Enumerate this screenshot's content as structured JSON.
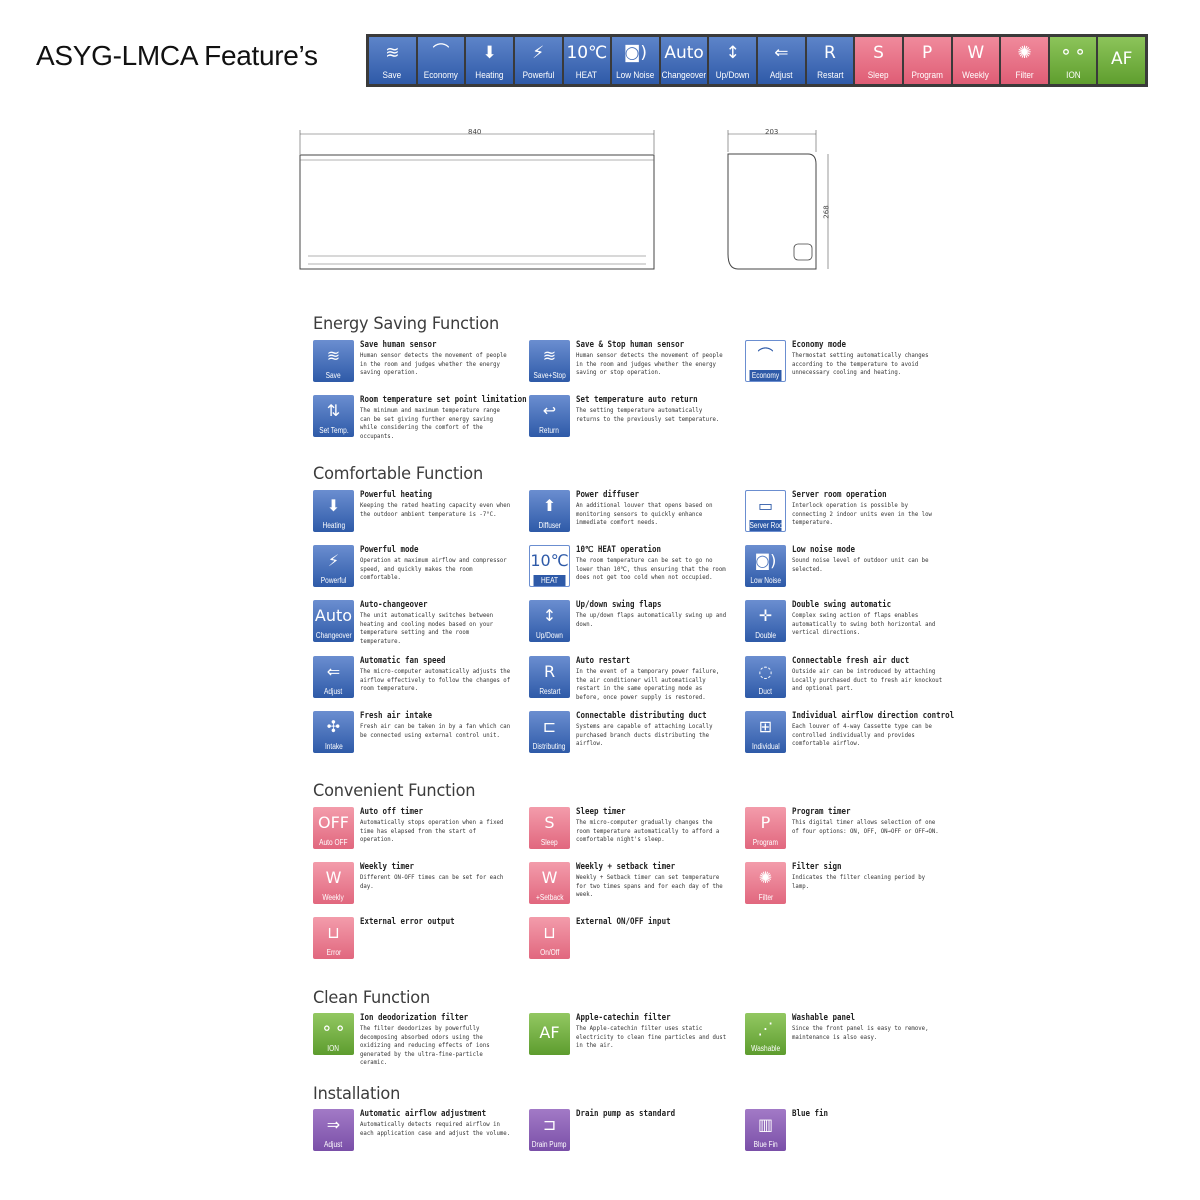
{
  "header": {
    "title": "ASYG-LMCA Feature’s"
  },
  "strip": [
    {
      "label": "Save",
      "glyph": "≋",
      "color": "blue",
      "icon": "sensor-waves-icon"
    },
    {
      "label": "Economy",
      "glyph": "⌒",
      "color": "blue",
      "icon": "economy-curve-icon"
    },
    {
      "label": "Heating",
      "glyph": "⬇",
      "color": "blue",
      "icon": "heating-arrow-icon"
    },
    {
      "label": "Powerful",
      "glyph": "⚡",
      "color": "blue",
      "icon": "powerful-bolt-icon"
    },
    {
      "label": "HEAT",
      "glyph": "10℃",
      "color": "blue",
      "icon": "heat-10c-icon"
    },
    {
      "label": "Low Noise",
      "glyph": "◙)",
      "color": "blue",
      "icon": "low-noise-speaker-icon"
    },
    {
      "label": "Changeover",
      "glyph": "Auto",
      "color": "blue",
      "icon": "auto-changeover-icon"
    },
    {
      "label": "Up/Down",
      "glyph": "↕",
      "color": "blue",
      "icon": "updown-swing-icon"
    },
    {
      "label": "Adjust",
      "glyph": "⇐",
      "color": "blue",
      "icon": "adjust-fan-icon"
    },
    {
      "label": "Restart",
      "glyph": "R",
      "color": "blue",
      "icon": "restart-r-icon"
    },
    {
      "label": "Sleep",
      "glyph": "S",
      "color": "pink",
      "icon": "sleep-timer-icon"
    },
    {
      "label": "Program",
      "glyph": "P",
      "color": "pink",
      "icon": "program-timer-icon"
    },
    {
      "label": "Weekly",
      "glyph": "W",
      "color": "pink",
      "icon": "weekly-timer-icon"
    },
    {
      "label": "Filter",
      "glyph": "✺",
      "color": "pink",
      "icon": "filter-sign-icon"
    },
    {
      "label": "ION",
      "glyph": "⚬⚬",
      "color": "green",
      "icon": "ion-filter-icon"
    },
    {
      "label": "",
      "glyph": "AF",
      "color": "green",
      "icon": "apple-filter-icon"
    }
  ],
  "drawing": {
    "width_label": "840",
    "depth_label": "203",
    "height_label": "268"
  },
  "sections": {
    "energy": "Energy Saving Function",
    "comfort": "Comfortable Function",
    "convenient": "Convenient Function",
    "clean": "Clean Function",
    "install": "Installation"
  },
  "features": {
    "save": {
      "title": "Save human sensor",
      "desc": "Human sensor detects the movement of people in the room and judges whether the energy saving operation.",
      "label": "Save",
      "glyph": "≋"
    },
    "savestop": {
      "title": "Save & Stop human sensor",
      "desc": "Human sensor detects the movement of people in the room and judges whether the energy saving or stop operation.",
      "label": "Save+Stop",
      "glyph": "≋"
    },
    "economy": {
      "title": "Economy mode",
      "desc": "Thermostat setting automatically changes according to the temperature to avoid unnecessary cooling and heating.",
      "label": "Economy",
      "glyph": "⌒"
    },
    "settemp": {
      "title": "Room temperature set point limitation",
      "desc": "The minimum and maximum temperature range can be set giving further energy saving while considering the comfort of the occupants.",
      "label": "Set Temp.",
      "glyph": "⇅"
    },
    "return": {
      "title": "Set temperature auto return",
      "desc": "The setting temperature automatically returns to the previously set temperature.",
      "label": "Return",
      "glyph": "↩"
    },
    "heating": {
      "title": "Powerful heating",
      "desc": "Keeping the rated heating capacity even when the outdoor ambient temperature is -7°C.",
      "label": "Heating",
      "glyph": "⬇"
    },
    "diffuser": {
      "title": "Power diffuser",
      "desc": "An additional louver that opens based on monitoring sensors to quickly enhance immediate comfort needs.",
      "label": "Diffuser",
      "glyph": "⬆"
    },
    "server": {
      "title": "Server room operation",
      "desc": "Interlock operation is possible by connecting 2 indoor units even in the low temperature.",
      "label": "Server Room",
      "glyph": "▭"
    },
    "powerful": {
      "title": "Powerful mode",
      "desc": "Operation at maximum airflow and compressor speed, and quickly makes the room comfortable.",
      "label": "Powerful",
      "glyph": "⚡"
    },
    "heat10": {
      "title": "10℃ HEAT operation",
      "desc": "The room temperature can be set to go no lower than 10℃, thus ensuring that the room does not get too cold when not occupied.",
      "label": "HEAT",
      "glyph": "10℃"
    },
    "lownoise": {
      "title": "Low noise mode",
      "desc": "Sound noise level of outdoor unit can be selected.",
      "label": "Low Noise",
      "glyph": "◙)"
    },
    "auto": {
      "title": "Auto-changeover",
      "desc": "The unit automatically switches between heating and cooling modes based on your temperature setting and the room temperature.",
      "label": "Changeover",
      "glyph": "Auto"
    },
    "updown": {
      "title": "Up/down swing flaps",
      "desc": "The up/down flaps automatically swing up and down.",
      "label": "Up/Down",
      "glyph": "↕"
    },
    "double": {
      "title": "Double swing automatic",
      "desc": "Complex swing action of flaps enables automatically to swing both horizontal and vertical directions.",
      "label": "Double",
      "glyph": "✛"
    },
    "adjust": {
      "title": "Automatic fan speed",
      "desc": "The micro-computer automatically adjusts the airflow effectively to follow the changes of room temperature.",
      "label": "Adjust",
      "glyph": "⇐"
    },
    "restart": {
      "title": "Auto restart",
      "desc": "In the event of a temporary power failure, the air conditioner will automatically restart in the same operating mode as before, once power supply is restored.",
      "label": "Restart",
      "glyph": "R"
    },
    "duct": {
      "title": "Connectable fresh air duct",
      "desc": "Outside air can be introduced by attaching Locally purchased duct to fresh air knockout and optional part.",
      "label": "Duct",
      "glyph": "◌"
    },
    "intake": {
      "title": "Fresh air intake",
      "desc": "Fresh air can be taken in by a fan which can be connected using external control unit.",
      "label": "Intake",
      "glyph": "✣"
    },
    "distributing": {
      "title": "Connectable distributing duct",
      "desc": "Systems are capable of attaching Locally purchased branch ducts distributing the airflow.",
      "label": "Distributing",
      "glyph": "⊏"
    },
    "individual": {
      "title": "Individual airflow direction control",
      "desc": "Each louver of 4-way Cassette type can be controlled individually and provides comfortable airflow.",
      "label": "Individual",
      "glyph": "⊞"
    },
    "autooff": {
      "title": "Auto off timer",
      "desc": "Automatically stops operation when a fixed time has elapsed from the start of operation.",
      "label": "Auto OFF",
      "glyph": "OFF"
    },
    "sleep": {
      "title": "Sleep timer",
      "desc": "The micro-computer gradually changes the room temperature automatically to afford a comfortable night's sleep.",
      "label": "Sleep",
      "glyph": "S"
    },
    "program": {
      "title": "Program timer",
      "desc": "This digital timer allows selection of one of four options: ON, OFF, ON→OFF or OFF→ON.",
      "label": "Program",
      "glyph": "P"
    },
    "weekly": {
      "title": "Weekly timer",
      "desc": "Different ON-OFF times can be set for each day.",
      "label": "Weekly",
      "glyph": "W"
    },
    "setback": {
      "title": "Weekly + setback timer",
      "desc": "Weekly + Setback timer can set temperature for two times spans and for each day of the week.",
      "label": "+Setback",
      "glyph": "W"
    },
    "filter": {
      "title": "Filter sign",
      "desc": "Indicates the filter cleaning period by lamp.",
      "label": "Filter",
      "glyph": "✺"
    },
    "error": {
      "title": "External error output",
      "desc": "",
      "label": "Error",
      "glyph": "⊔"
    },
    "onoff": {
      "title": "External ON/OFF input",
      "desc": "",
      "label": "On/Off",
      "glyph": "⊔"
    },
    "ion": {
      "title": "Ion deodorization filter",
      "desc": "The filter deodorizes by powerfully decomposing absorbed odors using the oxidizing and reducing effects of ions generated by the ultra-fine-particle ceramic.",
      "label": "ION",
      "glyph": "⚬⚬"
    },
    "apple": {
      "title": "Apple-catechin filter",
      "desc": "The Apple-catechin filter uses static electricity to clean fine particles and dust in the air.",
      "label": "",
      "glyph": "AF"
    },
    "washable": {
      "title": "Washable panel",
      "desc": "Since the front panel is easy to remove, maintenance is also easy.",
      "label": "Washable",
      "glyph": "⋰"
    },
    "adjust2": {
      "title": "Automatic airflow adjustment",
      "desc": "Automatically detects required airflow in each application case and adjust the volume.",
      "label": "Adjust",
      "glyph": "⇒"
    },
    "drain": {
      "title": "Drain pump as standard",
      "desc": "",
      "label": "Drain Pump",
      "glyph": "⊐"
    },
    "bluefin": {
      "title": "Blue fin",
      "desc": "",
      "label": "Blue Fin",
      "glyph": "▥"
    }
  }
}
